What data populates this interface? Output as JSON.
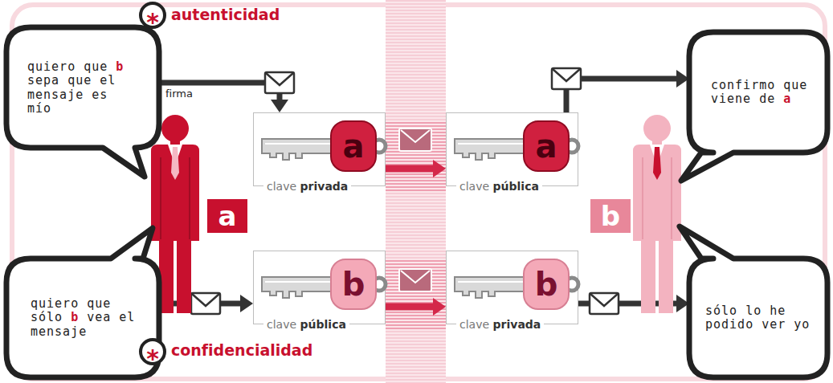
{
  "diagram": {
    "nodes": [
      {
        "text": [
          "quiero que b sepa que el mensaje es mío"
        ]
      },
      {
        "text": [
          "a",
          "clave privada"
        ]
      },
      {
        "text": [
          "a",
          "clave pública"
        ]
      },
      {
        "text": [
          "confirmo que viene de a"
        ]
      },
      {
        "text": [
          "a"
        ]
      },
      {
        "text": [
          "b"
        ]
      },
      {
        "text": [
          "quiero que sólo b vea el mensaje"
        ]
      },
      {
        "text": [
          "b",
          "clave pública"
        ]
      },
      {
        "text": [
          "b",
          "clave privada"
        ]
      },
      {
        "text": [
          "sólo lo he podido ver yo"
        ]
      }
    ],
    "edges": [
      {
        "from": 0,
        "to": 1,
        "label": "firma",
        "arrow": "to"
      },
      {
        "from": 1,
        "to": 2,
        "arrow": "to"
      },
      {
        "from": 2,
        "to": 3,
        "arrow": "to"
      },
      {
        "from": 6,
        "to": 7,
        "arrow": "to"
      },
      {
        "from": 7,
        "to": 8,
        "arrow": "to"
      },
      {
        "from": 8,
        "to": 9,
        "arrow": "to"
      }
    ],
    "labels": [
      "*",
      "autenticidad",
      "*",
      "confidencialidad"
    ]
  }
}
